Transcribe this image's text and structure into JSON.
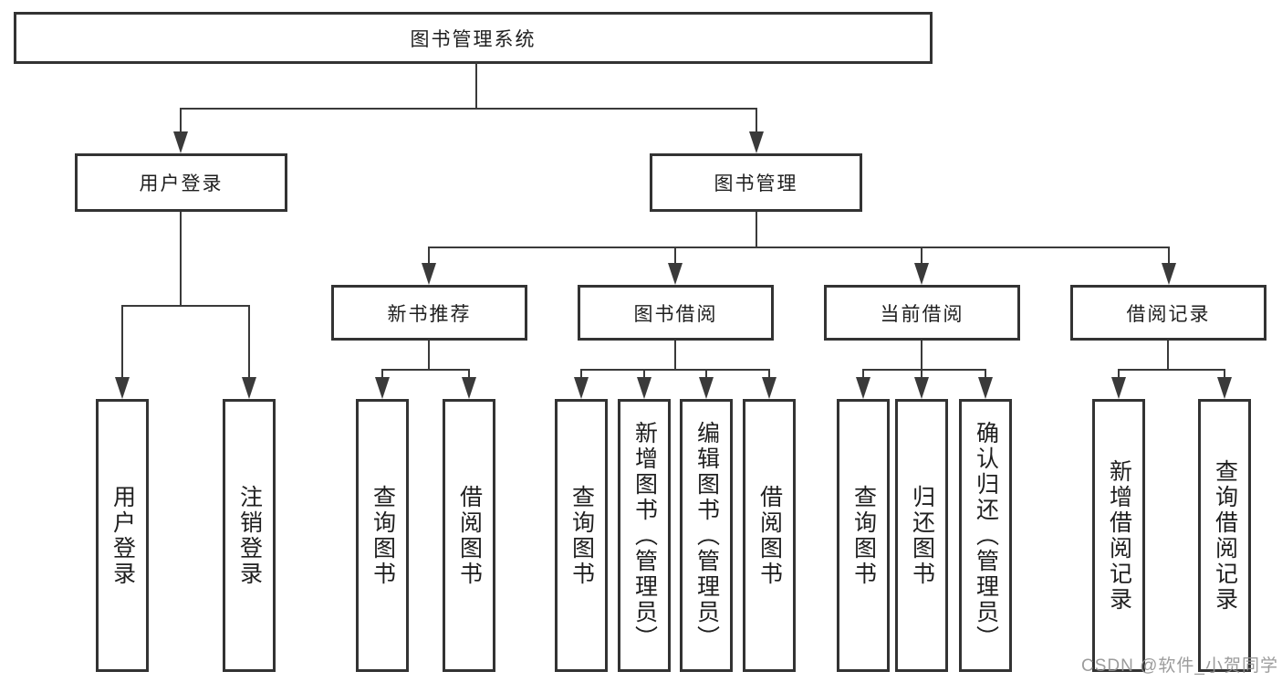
{
  "tree": {
    "label": "图书管理系统",
    "children": [
      {
        "label": "用户登录",
        "children": [
          {
            "label": "用户登录"
          },
          {
            "label": "注销登录"
          }
        ]
      },
      {
        "label": "图书管理",
        "children": [
          {
            "label": "新书推荐",
            "children": [
              {
                "label": "查询图书"
              },
              {
                "label": "借阅图书"
              }
            ]
          },
          {
            "label": "图书借阅",
            "children": [
              {
                "label": "查询图书"
              },
              {
                "label": "新增图书（管理员）"
              },
              {
                "label": "编辑图书（管理员）"
              },
              {
                "label": "借阅图书"
              }
            ]
          },
          {
            "label": "当前借阅",
            "children": [
              {
                "label": "查询图书"
              },
              {
                "label": "归还图书"
              },
              {
                "label": "确认归还（管理员）"
              }
            ]
          },
          {
            "label": "借阅记录",
            "children": [
              {
                "label": "新增借阅记录"
              },
              {
                "label": "查询借阅记录"
              }
            ]
          }
        ]
      }
    ]
  },
  "watermark": {
    "text": "CSDN @软件_小贺同学"
  },
  "colors": {
    "box_border": "#333333",
    "connector_line": "#3a3a3a",
    "text": "#1f1f1f",
    "watermark_text": "#919191",
    "background": "#ffffff"
  }
}
